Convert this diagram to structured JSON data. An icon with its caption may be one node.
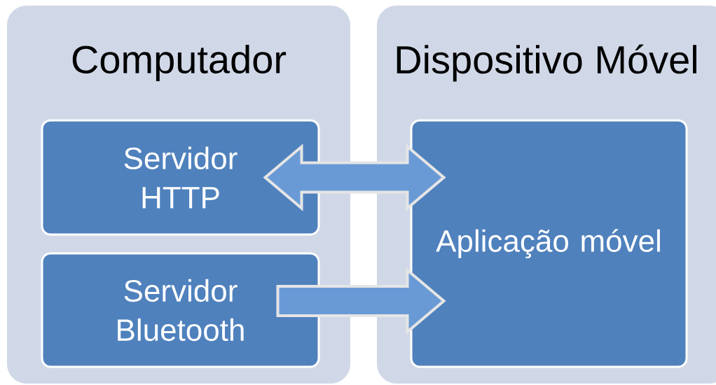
{
  "diagram": {
    "nodes": [
      {
        "text": [
          "Computador"
        ]
      },
      {
        "text": [
          "Servidor HTTP"
        ],
        "in": 0
      },
      {
        "text": [
          "Servidor Bluetooth"
        ],
        "in": 0
      },
      {
        "text": [
          "Dispositivo Móvel"
        ]
      },
      {
        "text": [
          "Aplicação móvel"
        ],
        "in": 3
      }
    ],
    "edges": [
      {
        "from": 1,
        "to": 4,
        "arrow": "both"
      },
      {
        "from": 2,
        "to": 4,
        "arrow": "to"
      }
    ]
  }
}
